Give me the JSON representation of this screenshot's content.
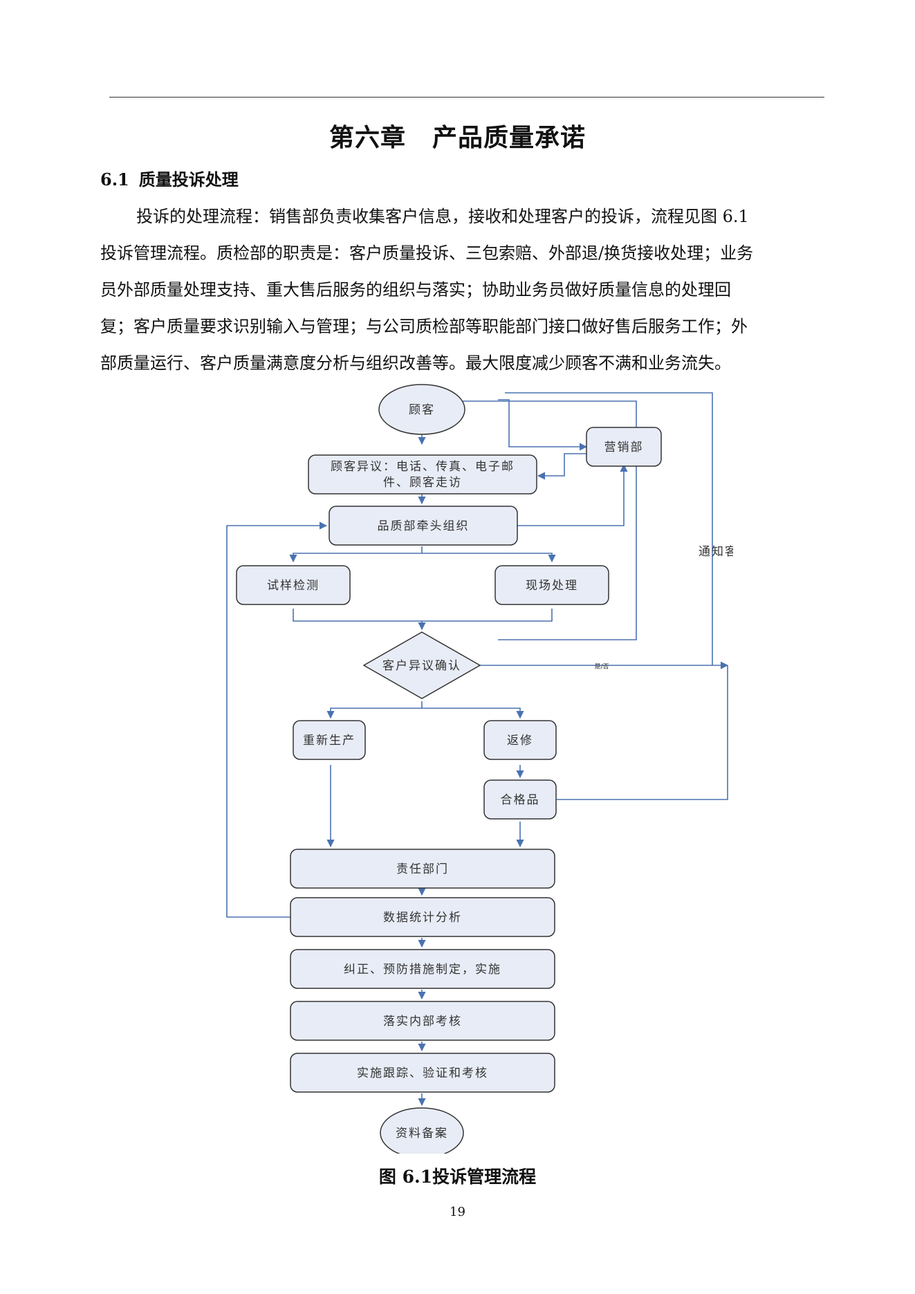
{
  "chapter": {
    "label": "第六章",
    "title": "产品质量承诺"
  },
  "section": {
    "number": "6.1",
    "title": "质量投诉处理"
  },
  "paragraph_lines": [
    "投诉的处理流程：销售部负责收集客户信息，接收和处理客户的投诉，流程见图 6.1",
    "投诉管理流程。质检部的职责是：客户质量投诉、三包索赔、外部退/换货接收处理；业务",
    "员外部质量处理支持、重大售后服务的组织与落实；协助业务员做好质量信息的处理回",
    "复；客户质量要求识别输入与管理；与公司质检部等职能部门接口做好售后服务工作；外",
    "部质量运行、客户质量满意度分析与组织改善等。最大限度减少顾客不满和业务流失。"
  ],
  "flowchart": {
    "customer": "顾客",
    "marketing": "营销部",
    "objection_line1": "顾客异议：电话、传真、电子邮",
    "objection_line2": "件、顾客走访",
    "quality_lead": "品质部牵头组织",
    "sample_test": "试样检测",
    "onsite": "现场处理",
    "confirm": "客户异议确认",
    "yes_no": "是/否",
    "notify": "通知客户",
    "reproduce": "重新生产",
    "repair": "返修",
    "qualified": "合格品",
    "responsible": "责任部门",
    "statistics": "数据统计分析",
    "corrective": "纠正、预防措施制定，实施",
    "internal_audit": "落实内部考核",
    "tracking": "实施跟踪、验证和考核",
    "archive": "资料备案"
  },
  "caption": {
    "figure_label": "图 6.1",
    "title": "投诉管理流程"
  },
  "page_number": "19",
  "colors": {
    "box_fill": "#e8ecf6",
    "box_stroke": "#333333",
    "connector": "#4a72b0"
  }
}
